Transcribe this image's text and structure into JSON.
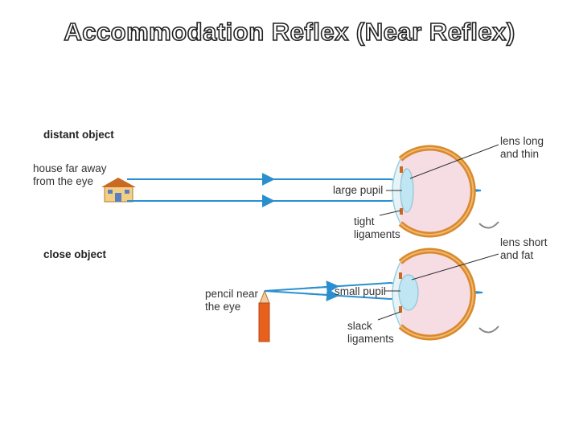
{
  "title": "Accommodation Reflex (Near Reflex)",
  "diagram": {
    "distant_section": {
      "header": "distant object",
      "object_label_line1": "house far away",
      "object_label_line2": "from the eye",
      "pupil_label": "large pupil",
      "ligament_label_line1": "tight",
      "ligament_label_line2": "ligaments",
      "lens_label_line1": "lens long",
      "lens_label_line2": "and thin"
    },
    "close_section": {
      "header": "close object",
      "object_label_line1": "pencil near",
      "object_label_line2": "the eye",
      "pupil_label": "small pupil",
      "ligament_label_line1": "slack",
      "ligament_label_line2": "ligaments",
      "lens_label_line1": "lens short",
      "lens_label_line2": "and fat"
    },
    "colors": {
      "ray": "#2a8fcf",
      "eye_outline": "#d9892e",
      "eye_inner": "#f6dde3",
      "lens": "#bfe6f2",
      "house_wall": "#f3cf86",
      "house_roof": "#c86a24",
      "pencil": "#e7611d"
    }
  }
}
